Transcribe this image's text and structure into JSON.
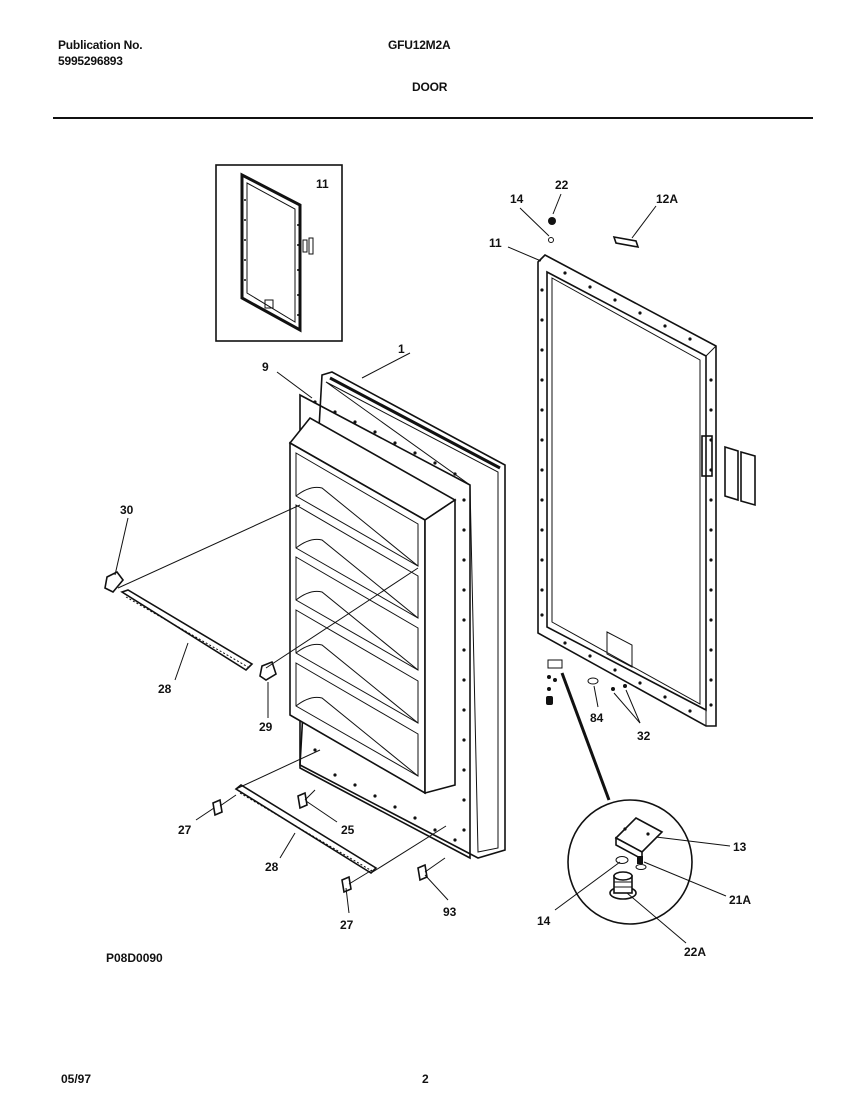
{
  "header": {
    "publication_label": "Publication No.",
    "publication_number": "5995296893",
    "model": "GFU12M2A",
    "section_title": "DOOR"
  },
  "figure_code": "P08D0090",
  "footer": {
    "date": "05/97",
    "page": "2"
  },
  "callouts": {
    "inset_11": "11",
    "c1": "1",
    "c9": "9",
    "c30": "30",
    "c28a": "28",
    "c29": "29",
    "c27a": "27",
    "c25": "25",
    "c28b": "28",
    "c27b": "27",
    "c93": "93",
    "c14a": "14",
    "c22": "22",
    "c12A": "12A",
    "c11": "11",
    "c84": "84",
    "c32": "32",
    "c13": "13",
    "c21A": "21A",
    "c14b": "14",
    "c22A": "22A"
  }
}
